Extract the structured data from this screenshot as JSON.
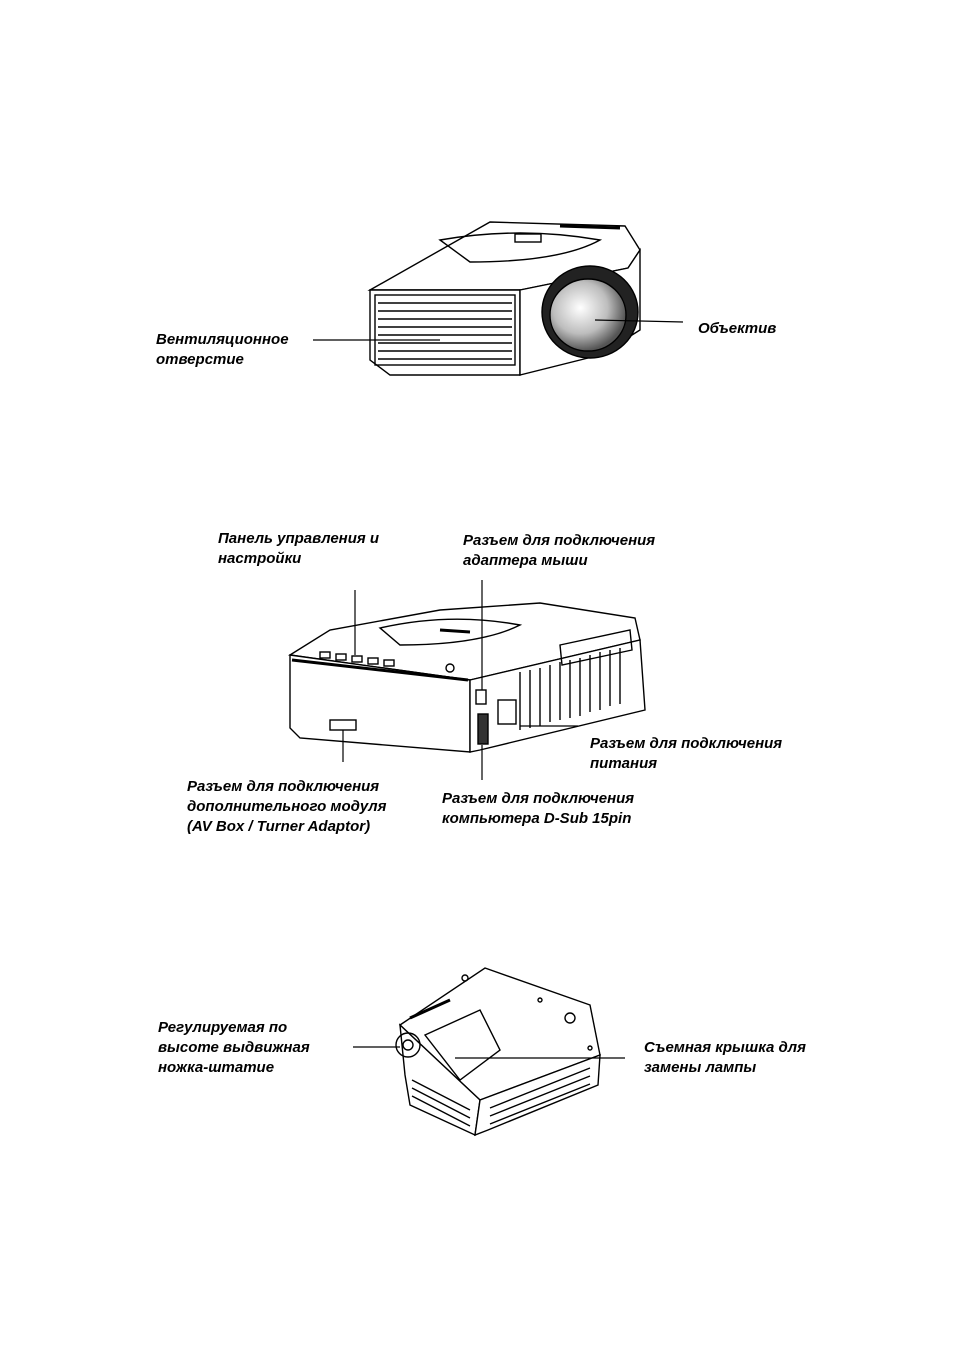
{
  "figure1": {
    "vent_label": [
      "Вентиляционное",
      "отверстие"
    ],
    "lens_label": [
      "Объектив"
    ]
  },
  "figure2": {
    "control_panel_label": [
      "Панель управления и",
      "настройки"
    ],
    "mouse_adapter_label": [
      "Разъем для подключения",
      "адаптера мыши"
    ],
    "power_label": [
      "Разъем для подключения",
      "питания"
    ],
    "module_label": [
      "Разъем для подключения",
      "дополнительного модуля",
      "(AV Box / Turner Adaptor)"
    ],
    "dsub_label": [
      "Разъем для подключения",
      "компьютера D-Sub 15pin"
    ]
  },
  "figure3": {
    "foot_label": [
      "Регулируемая по",
      "высоте выдвижная",
      "ножка-штатие"
    ],
    "lamp_cover_label": [
      "Съемная крышка для",
      "замены лампы"
    ]
  }
}
